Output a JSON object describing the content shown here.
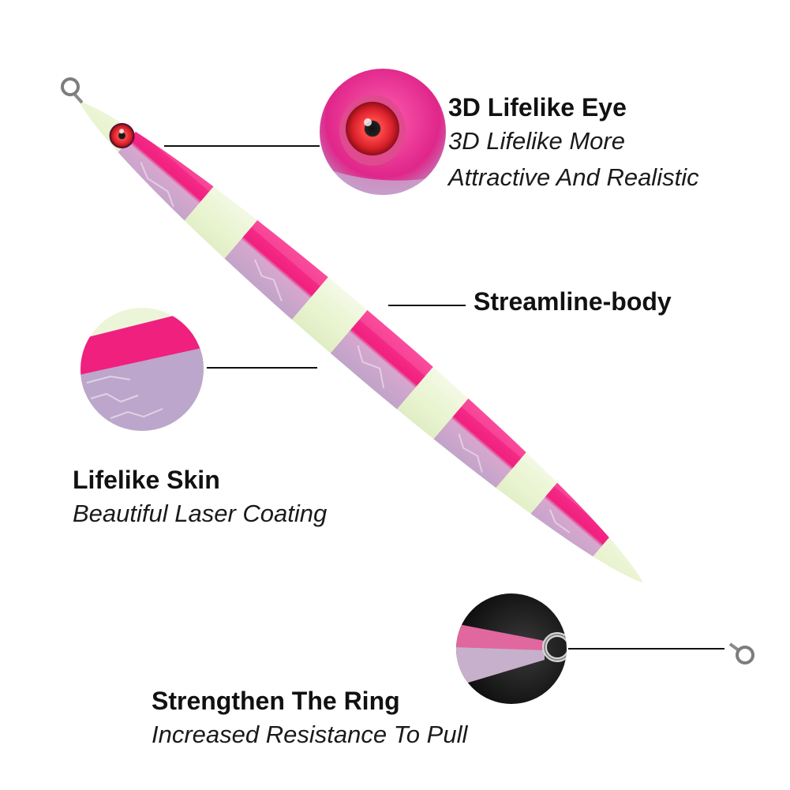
{
  "callouts": {
    "eye": {
      "title": "3D Lifelike Eye",
      "lines": [
        "3D Lifelike More",
        "Attractive And Realistic"
      ]
    },
    "body": {
      "title": "Streamline-body"
    },
    "skin": {
      "title": "Lifelike Skin",
      "lines": [
        "Beautiful Laser Coating"
      ]
    },
    "ring": {
      "title": "Strengthen The Ring",
      "lines": [
        "Increased Resistance To Pull"
      ]
    }
  },
  "colors": {
    "stripe_pink": "#f0207f",
    "stripe_glow": "#eef7d6",
    "laser_silver": "#c9b9d2",
    "eye_red": "#e8303a",
    "ring_metal": "#8a8a8a",
    "text": "#111111"
  },
  "icons": [
    "fishing-jig-lure",
    "split-ring",
    "lure-eye"
  ]
}
